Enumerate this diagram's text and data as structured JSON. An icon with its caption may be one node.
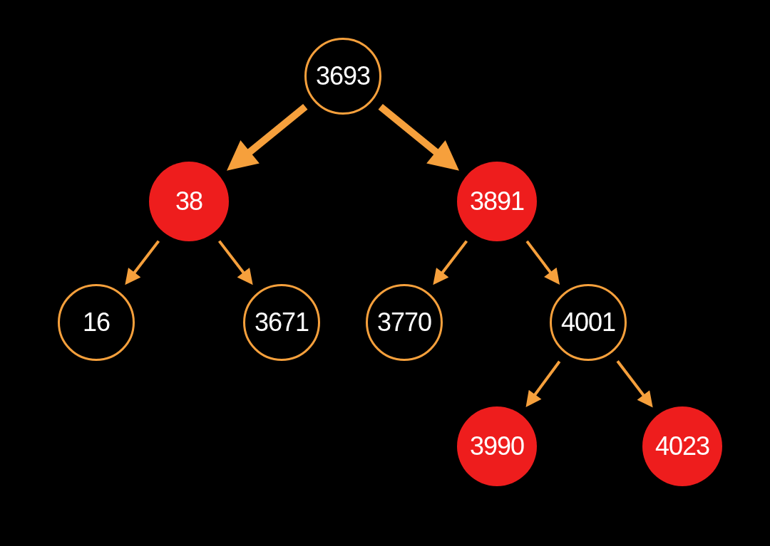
{
  "diagram": {
    "nodes": [
      {
        "text": [
          "3693"
        ]
      },
      {
        "text": [
          "38"
        ]
      },
      {
        "text": [
          "3891"
        ]
      },
      {
        "text": [
          "16"
        ]
      },
      {
        "text": [
          "3671"
        ]
      },
      {
        "text": [
          "3770"
        ]
      },
      {
        "text": [
          "4001"
        ]
      },
      {
        "text": [
          "3990"
        ]
      },
      {
        "text": [
          "4023"
        ]
      }
    ],
    "edges": [
      {
        "from": 0,
        "to": 1,
        "arrow": "to",
        "style": "thick"
      },
      {
        "from": 0,
        "to": 2,
        "arrow": "to",
        "style": "thick"
      },
      {
        "from": 1,
        "to": 3,
        "arrow": "to"
      },
      {
        "from": 1,
        "to": 4,
        "arrow": "to"
      },
      {
        "from": 2,
        "to": 5,
        "arrow": "to"
      },
      {
        "from": 2,
        "to": 6,
        "arrow": "to"
      },
      {
        "from": 6,
        "to": 7,
        "arrow": "to"
      },
      {
        "from": 6,
        "to": 8,
        "arrow": "to"
      }
    ]
  }
}
